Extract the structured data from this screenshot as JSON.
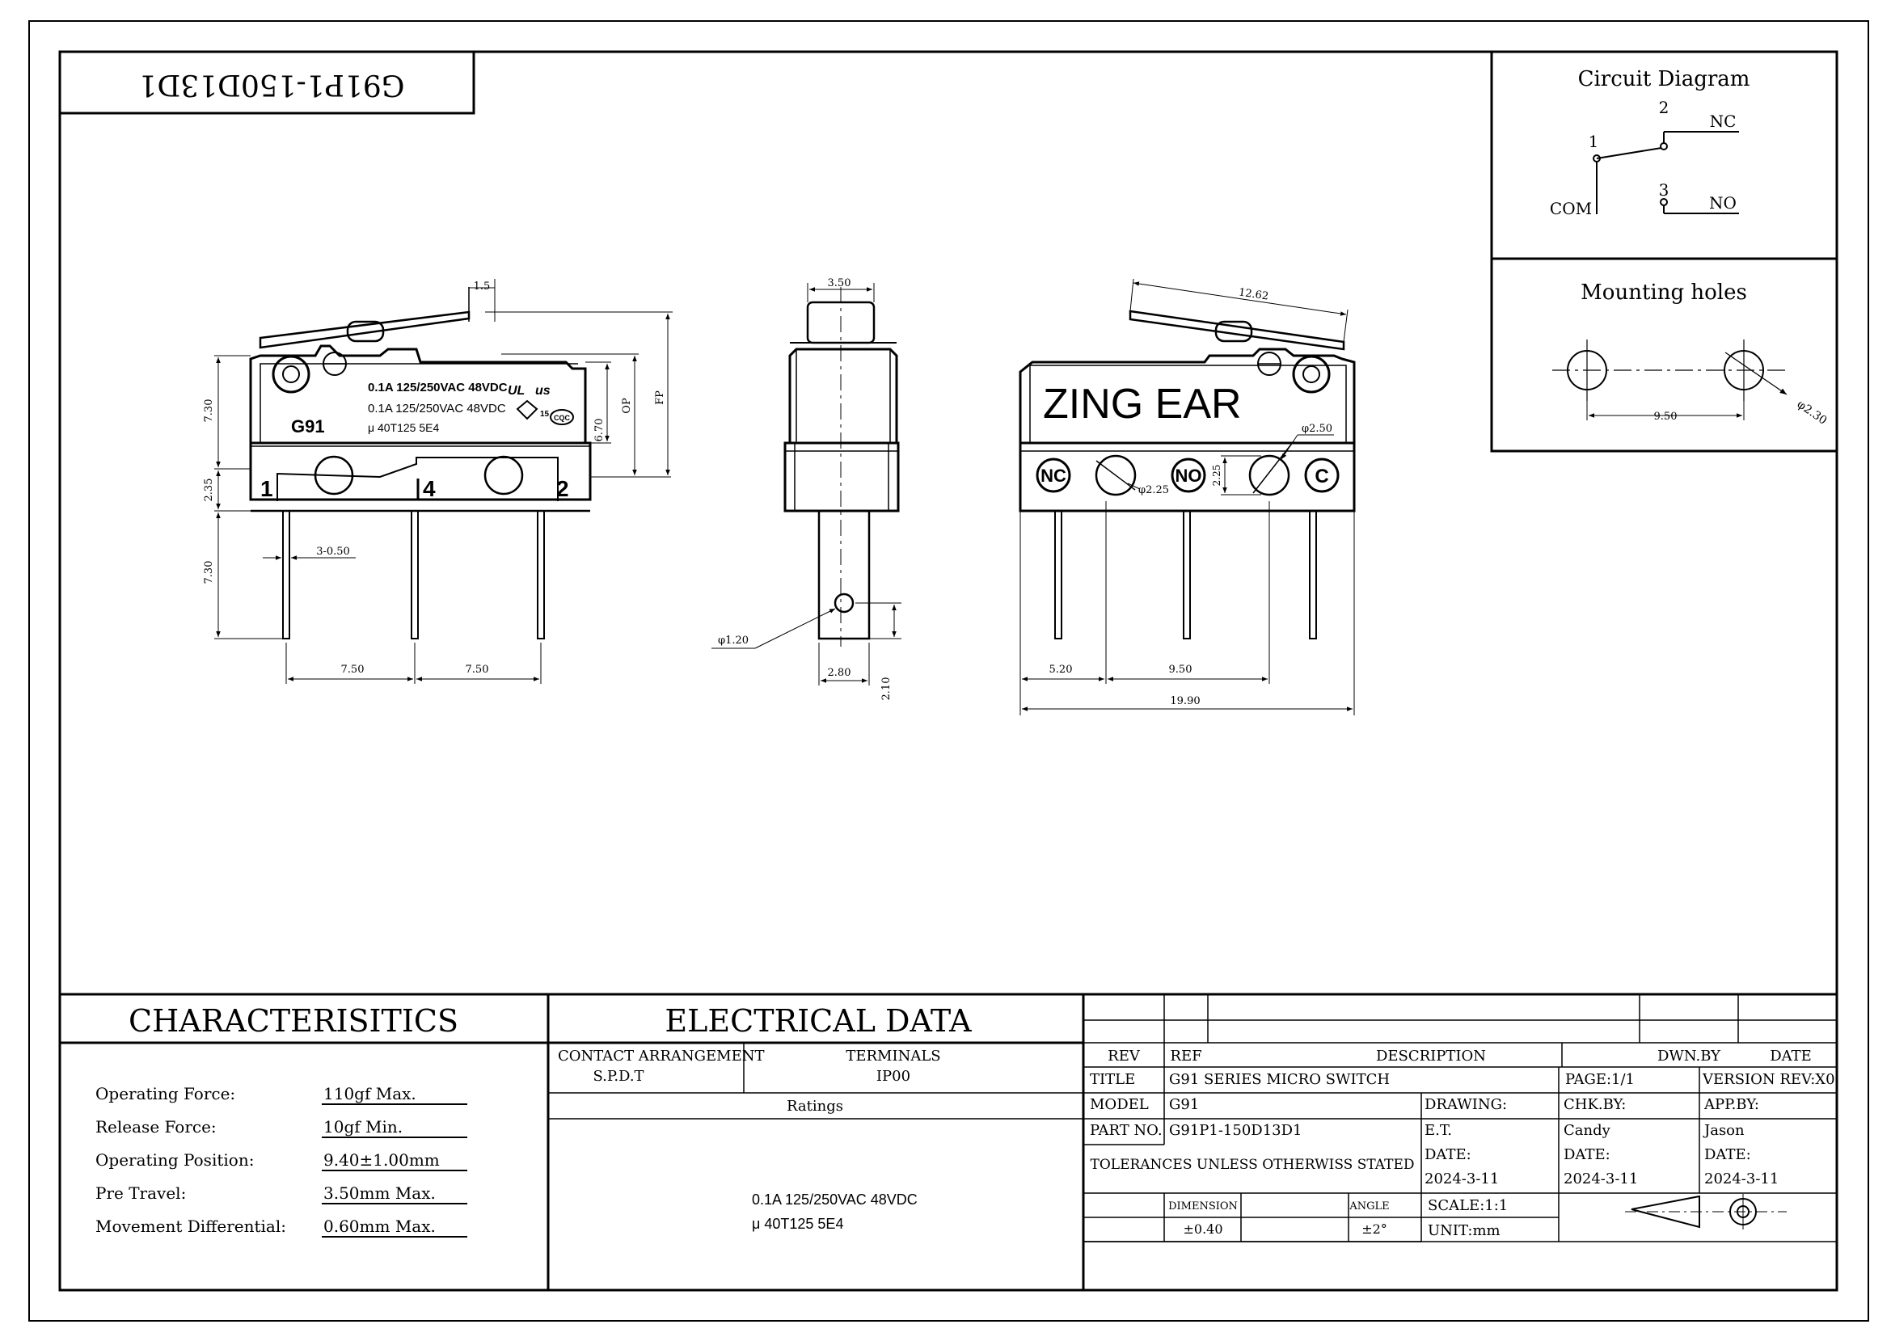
{
  "drawing": {
    "part_number_flipped": "G91P1-150D13D1",
    "circuit": {
      "title": "Circuit Diagram",
      "n1": "1",
      "n2": "2",
      "n3": "3",
      "com": "COM",
      "nc": "NC",
      "no": "NO"
    },
    "mounting": {
      "title": "Mounting holes",
      "dim_pitch": "9.50",
      "dim_dia": "φ2.30"
    },
    "front": {
      "label_line1": "0.1A 125/250VAC 48VDC",
      "label_line2": "0.1A  125/250VAC 48VDC",
      "label_line3": "μ  40T125 5E4",
      "model": "G91",
      "term1": "1",
      "term4": "4",
      "term2": "2",
      "dim_lever": "1.5",
      "dim_730a": "7.30",
      "dim_235": "2.35",
      "dim_730b": "7.30",
      "dim_670": "6.70",
      "dim_op": "OP",
      "dim_fp": "FP",
      "dim_3050": "3-0.50",
      "dim_750a": "7.50",
      "dim_750b": "7.50"
    },
    "side": {
      "dim_350": "3.50",
      "dim_120": "φ1.20",
      "dim_280": "2.80",
      "dim_210": "2.10"
    },
    "back": {
      "brand": "ZING EAR",
      "nc": "NC",
      "no": "NO",
      "c": "C",
      "dim_1262": "12.62",
      "dim_250": "φ2.50",
      "dim_225a": "φ2.25",
      "dim_225b": "2.25",
      "dim_520": "5.20",
      "dim_950": "9.50",
      "dim_1990": "19.90"
    }
  },
  "characteristics": {
    "title": "CHARACTERISITICS",
    "rows": [
      {
        "label": "Operating Force:",
        "value": "110gf Max."
      },
      {
        "label": "Release Force:",
        "value": "10gf Min."
      },
      {
        "label": "Operating Position:",
        "value": "9.40±1.00mm"
      },
      {
        "label": "Pre Travel:",
        "value": "3.50mm Max."
      },
      {
        "label": "Movement Differential:",
        "value": "0.60mm Max."
      }
    ]
  },
  "electrical": {
    "title": "ELECTRICAL DATA",
    "contact_label": "CONTACT ARRANGEMENT",
    "contact_value": "S.P.D.T",
    "terminals_label": "TERMINALS",
    "terminals_value": "IP00",
    "ratings_label": "Ratings",
    "rating_line1": "0.1A  125/250VAC 48VDC",
    "rating_line2": "μ  40T125 5E4"
  },
  "titleblock": {
    "rev": "REV",
    "ref": "REF",
    "description": "DESCRIPTION",
    "dwn_by": "DWN.BY",
    "date": "DATE",
    "title_label": "TITLE",
    "title_value": "G91 SERIES MICRO SWITCH",
    "page": "PAGE:1/1",
    "version": "VERSION REV:X0",
    "model_label": "MODEL",
    "model_value": "G91",
    "drawing_label": "DRAWING:",
    "chk_label": "CHK.BY:",
    "app_label": "APP.BY:",
    "part_label": "PART NO.",
    "part_value": "G91P1-150D13D1",
    "drawing_value": "E.T.",
    "chk_value": "Candy",
    "app_value": "Jason",
    "tolerances": "TOLERANCES UNLESS OTHERWISS STATED",
    "date_label_1": "DATE:",
    "date_value_1": "2024-3-11",
    "date_label_2": "DATE:",
    "date_value_2": "2024-3-11",
    "date_label_3": "DATE:",
    "date_value_3": "2024-3-11",
    "dimension_label": "DIMENSION",
    "dimension_value": "±0.40",
    "angle_label": "ANGLE",
    "angle_value": "±2°",
    "scale": "SCALE:1:1",
    "unit": "UNIT:mm"
  }
}
